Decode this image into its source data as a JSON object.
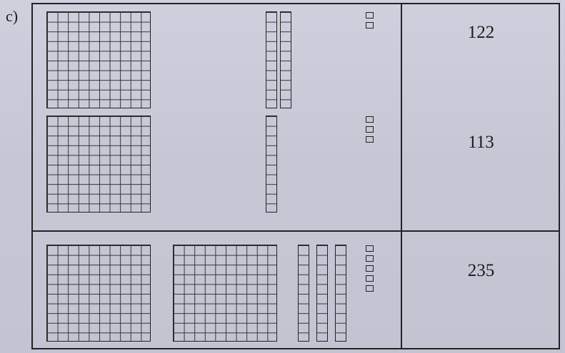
{
  "exercise_label": "c)",
  "rows": [
    {
      "number": "122",
      "hundreds": 1,
      "tens": 2,
      "ones": 2
    },
    {
      "number": "113",
      "hundreds": 1,
      "tens": 1,
      "ones": 3
    },
    {
      "number": "235",
      "hundreds": 2,
      "tens": 3,
      "ones": 5
    }
  ]
}
